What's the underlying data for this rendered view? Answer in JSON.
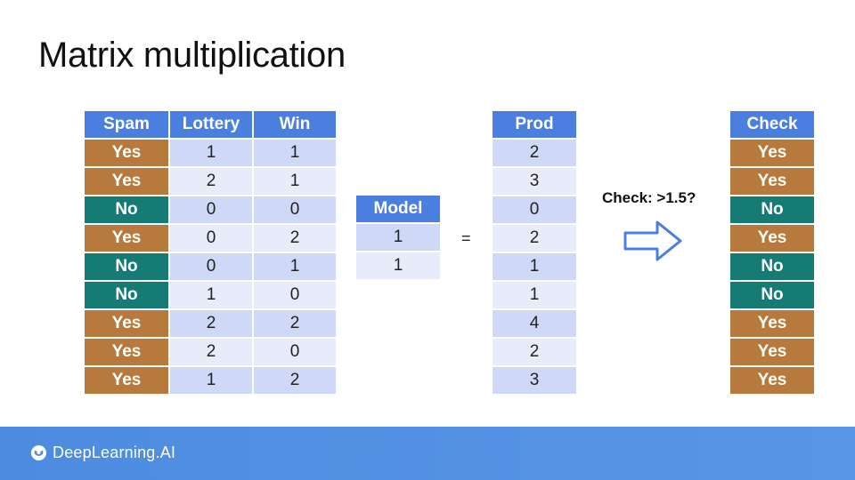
{
  "slide": {
    "title": "Matrix multiplication"
  },
  "data_table": {
    "headers": [
      "Spam",
      "Lottery",
      "Win"
    ],
    "rows": [
      {
        "spam": "Yes",
        "lottery": "1",
        "win": "1"
      },
      {
        "spam": "Yes",
        "lottery": "2",
        "win": "1"
      },
      {
        "spam": "No",
        "lottery": "0",
        "win": "0"
      },
      {
        "spam": "Yes",
        "lottery": "0",
        "win": "2"
      },
      {
        "spam": "No",
        "lottery": "0",
        "win": "1"
      },
      {
        "spam": "No",
        "lottery": "1",
        "win": "0"
      },
      {
        "spam": "Yes",
        "lottery": "2",
        "win": "2"
      },
      {
        "spam": "Yes",
        "lottery": "2",
        "win": "0"
      },
      {
        "spam": "Yes",
        "lottery": "1",
        "win": "2"
      }
    ]
  },
  "model_table": {
    "header": "Model",
    "values": [
      "1",
      "1"
    ]
  },
  "equals_sign": "=",
  "prod_table": {
    "header": "Prod",
    "values": [
      "2",
      "3",
      "0",
      "2",
      "1",
      "1",
      "4",
      "2",
      "3"
    ]
  },
  "check_label": "Check: >1.5?",
  "check_table": {
    "header": "Check",
    "values": [
      "Yes",
      "Yes",
      "No",
      "Yes",
      "No",
      "No",
      "Yes",
      "Yes",
      "Yes"
    ]
  },
  "footer": {
    "brand": "DeepLearning.AI"
  },
  "colors": {
    "header_blue": "#4a7fe0",
    "yes_brown": "#b87a3c",
    "no_teal": "#167b74",
    "cell_light": "#e8ecfa",
    "cell_mid": "#cfd9f7",
    "footer_blue": "#4c8ce0"
  },
  "icons": {
    "arrow": "right-arrow-outline-icon",
    "logo": "deeplearning-logo-icon"
  }
}
